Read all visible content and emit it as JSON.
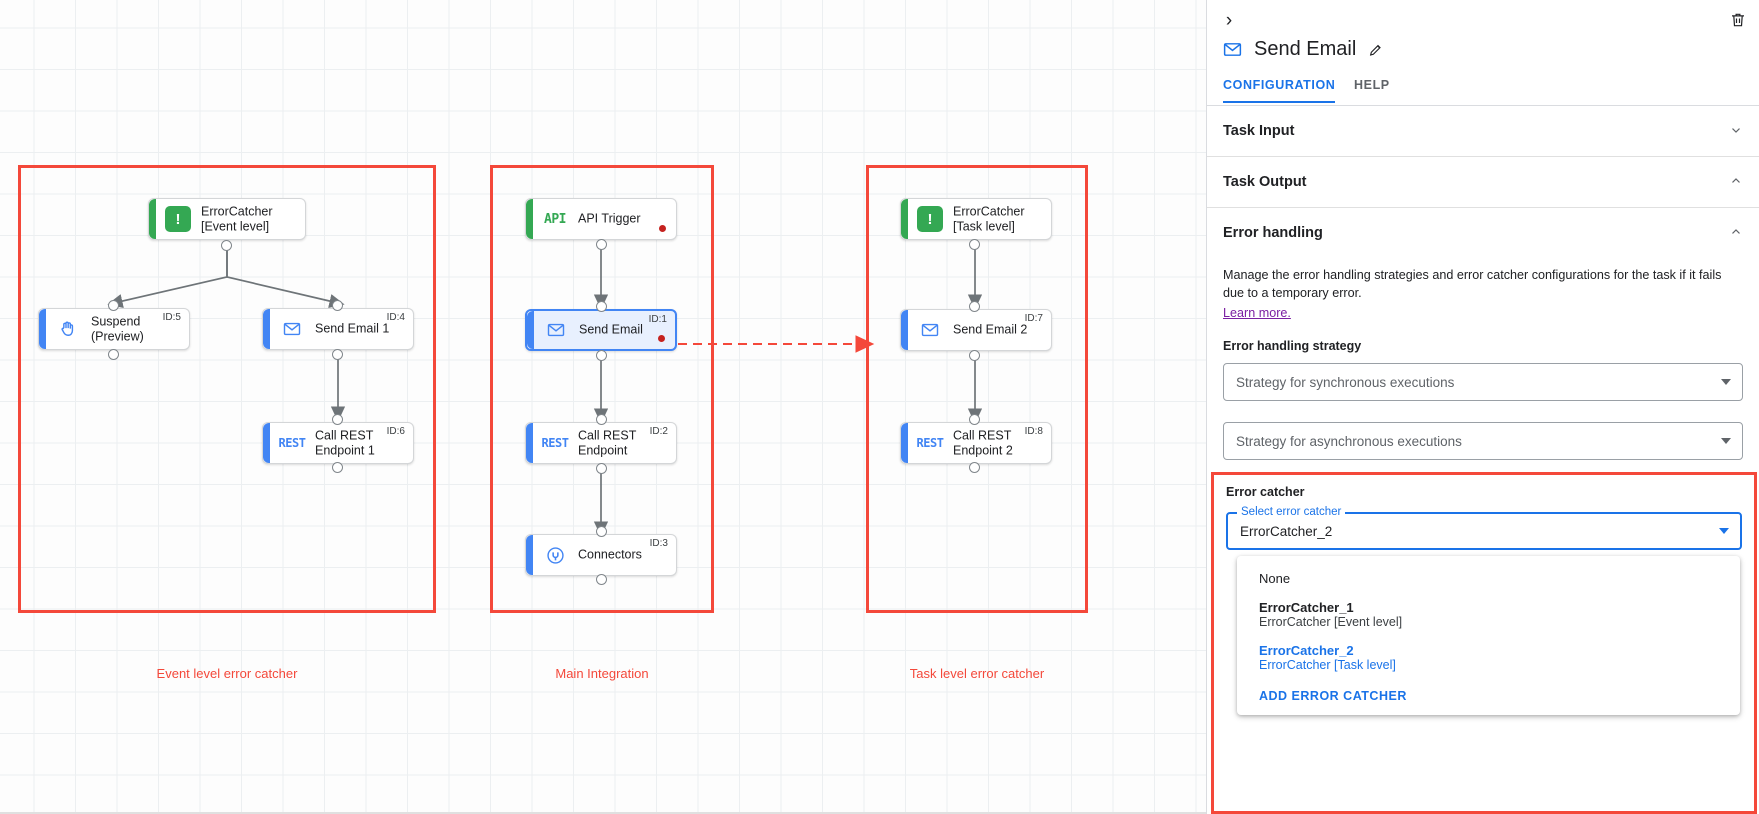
{
  "canvas": {
    "groups": [
      {
        "label": "Event level error catcher"
      },
      {
        "label": "Main Integration"
      },
      {
        "label": "Task level error catcher"
      }
    ],
    "nodes": {
      "error_catcher_event": {
        "label": "ErrorCatcher\n[Event level]",
        "icon": "error-catcher-icon",
        "id": ""
      },
      "suspend": {
        "label": "Suspend\n(Preview)",
        "icon": "hand-icon",
        "id": "ID:5"
      },
      "send_email_1": {
        "label": "Send Email 1",
        "icon": "mail-icon",
        "id": "ID:4"
      },
      "call_rest_1": {
        "label": "Call REST\nEndpoint 1",
        "icon": "rest-icon",
        "id": "ID:6"
      },
      "api_trigger": {
        "label": "API Trigger",
        "icon": "api-icon",
        "id": ""
      },
      "send_email": {
        "label": "Send Email",
        "icon": "mail-icon",
        "id": "ID:1"
      },
      "call_rest": {
        "label": "Call REST\nEndpoint",
        "icon": "rest-icon",
        "id": "ID:2"
      },
      "connectors": {
        "label": "Connectors",
        "icon": "connectors-icon",
        "id": "ID:3"
      },
      "error_catcher_task": {
        "label": "ErrorCatcher\n[Task level]",
        "icon": "error-catcher-icon",
        "id": ""
      },
      "send_email_2": {
        "label": "Send Email 2",
        "icon": "mail-icon",
        "id": "ID:7"
      },
      "call_rest_2": {
        "label": "Call REST\nEndpoint 2",
        "icon": "rest-icon",
        "id": "ID:8"
      }
    },
    "icon_text": {
      "api": "API",
      "rest": "REST",
      "error_catcher": "!"
    }
  },
  "panel": {
    "collapse_icon": "chevron-right-icon",
    "delete_icon": "trash-icon",
    "title": "Send Email",
    "title_icon": "mail-icon",
    "edit_icon": "pencil-icon",
    "tabs": [
      {
        "label": "CONFIGURATION",
        "active": true
      },
      {
        "label": "HELP",
        "active": false
      }
    ],
    "sections": [
      {
        "title": "Task Input",
        "caret": "chevron-down-icon"
      },
      {
        "title": "Task Output",
        "caret": "chevron-up-icon"
      },
      {
        "title": "Error handling",
        "caret": "chevron-up-icon"
      }
    ],
    "error_handling": {
      "description": "Manage the error handling strategies and error catcher configurations for the task if it fails due to a temporary error.",
      "learn_more": "Learn more.",
      "strategy_label": "Error handling strategy",
      "sync_placeholder": "Strategy for synchronous executions",
      "async_placeholder": "Strategy for asynchronous executions",
      "error_catcher_label": "Error catcher",
      "select_float_label": "Select error catcher",
      "select_value": "ErrorCatcher_2",
      "menu": {
        "items": [
          {
            "main": "None",
            "sub": "",
            "selected": false,
            "bold": false
          },
          {
            "main": "ErrorCatcher_1",
            "sub": "ErrorCatcher [Event level]",
            "selected": false,
            "bold": true
          },
          {
            "main": "ErrorCatcher_2",
            "sub": "ErrorCatcher [Task level]",
            "selected": true,
            "bold": true
          }
        ],
        "action": "ADD ERROR CATCHER"
      }
    }
  },
  "colors": {
    "accent_blue": "#1a73e8",
    "highlight_red": "#f4483a",
    "green": "#34a853",
    "error_dot": "#c5221f",
    "link_purple": "#7b1fa2"
  }
}
